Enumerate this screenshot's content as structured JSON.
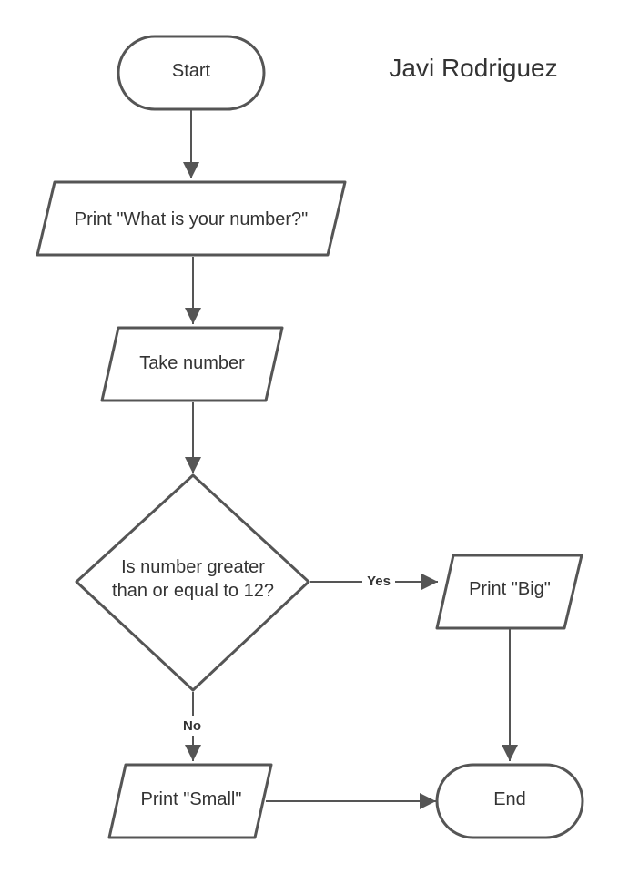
{
  "author": "Javi Rodriguez",
  "colors": {
    "stroke": "#555555",
    "text": "#333333",
    "background": "#ffffff"
  },
  "nodes": {
    "start": "Start",
    "print_prompt": "Print \"What is your number?\"",
    "take_number": "Take number",
    "decision_line1": "Is number greater",
    "decision_line2": "than or equal to 12?",
    "print_big": "Print \"Big\"",
    "print_small": "Print \"Small\"",
    "end": "End"
  },
  "edge_labels": {
    "yes": "Yes",
    "no": "No"
  }
}
